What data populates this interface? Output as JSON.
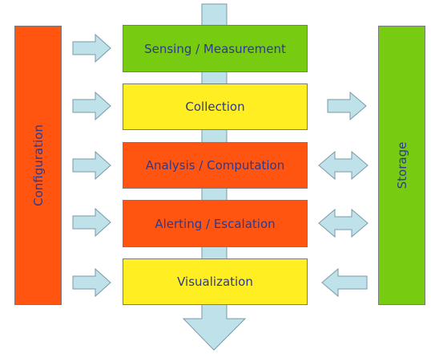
{
  "colors": {
    "green": "#77cc11",
    "yellow": "#ffee22",
    "orange": "#ff5511",
    "arrow_fill": "#bfe2ea",
    "arrow_stroke": "#7a9aa6",
    "text": "#2e3a8c"
  },
  "stages": [
    {
      "label": "Sensing / Measurement",
      "color": "green"
    },
    {
      "label": "Collection",
      "color": "yellow"
    },
    {
      "label": "Analysis / Computation",
      "color": "orange"
    },
    {
      "label": "Alerting / Escalation",
      "color": "orange"
    },
    {
      "label": "Visualization",
      "color": "yellow"
    }
  ],
  "configuration": {
    "label": "Configuration",
    "color": "orange"
  },
  "storage": {
    "label": "Storage",
    "color": "green"
  },
  "left_arrows": [
    "right",
    "right",
    "right",
    "right",
    "right"
  ],
  "right_arrows": [
    "right",
    "both",
    "both",
    "left"
  ]
}
